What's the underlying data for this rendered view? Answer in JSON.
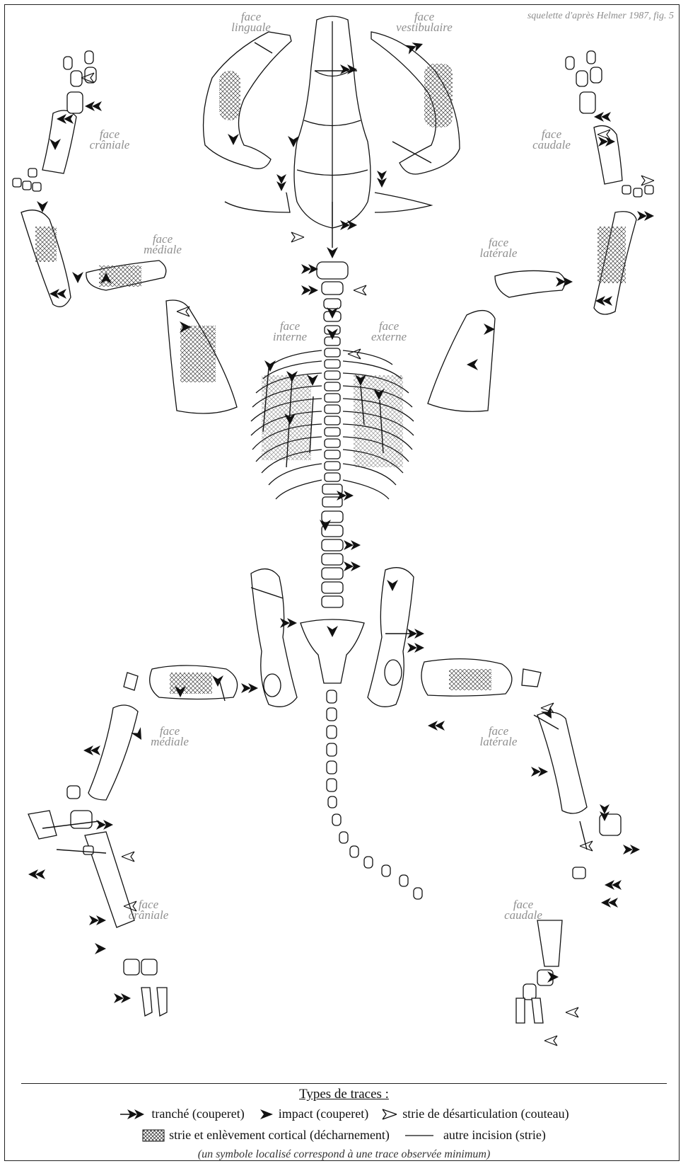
{
  "credit": "squelette d'après Helmer 1987, fig. 5",
  "face_labels": {
    "linguale": "face\nlinguale",
    "vestibulaire": "face\nvestibulaire",
    "craniale_fore": "face\ncrâniale",
    "caudale_fore": "face\ncaudale",
    "mediale_fore": "face\nmédiale",
    "laterale_fore": "face\nlatérale",
    "interne": "face\ninterne",
    "externe": "face\nexterne",
    "mediale_hind": "face\nmédiale",
    "laterale_hind": "face\nlatérale",
    "craniale_hind": "face\ncrâniale",
    "caudale_hind": "face\ncaudale"
  },
  "legend": {
    "title": "Types de traces :",
    "tranche": "tranché (couperet)",
    "impact": "impact (couperet)",
    "strie_desarticulation": "strie de désarticulation (couteau)",
    "strie_cortical": "strie et enlèvement cortical (décharnement)",
    "autre_incision": "autre incision (strie)",
    "note": "(un symbole localisé correspond à une trace observée minimum)"
  },
  "symbol_icons": [
    "cleaver-cut-arrow-icon",
    "impact-arrow-icon",
    "disarticulation-open-arrow-icon",
    "crosshatch-swatch-icon",
    "incision-line-icon"
  ]
}
